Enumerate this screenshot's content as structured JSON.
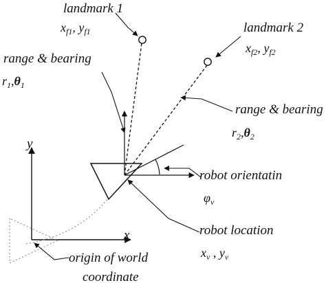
{
  "labels": {
    "landmark1_name": "landmark 1",
    "landmark2_name": "landmark 2",
    "range_bearing_1": "range & bearing",
    "range_bearing_2": "range & bearing",
    "robot_orientation": "robot orientatin",
    "robot_location": "robot location",
    "origin_line1": "origin of world",
    "origin_line2": "coordinate",
    "axis_x": "x",
    "axis_y": "y"
  },
  "math": {
    "landmark1_coords": {
      "x": "x",
      "x_sub": "f1",
      "sep": ", ",
      "y": "y",
      "y_sub": "f1"
    },
    "landmark2_coords": {
      "x": "x",
      "x_sub": "f2",
      "sep": ", ",
      "y": "y",
      "y_sub": "f2"
    },
    "range_bearing_1": {
      "r": "r",
      "r_sub": "1",
      "sep": ",",
      "theta": "θ",
      "theta_sub": "1"
    },
    "range_bearing_2": {
      "r": "r",
      "r_sub": "2",
      "sep": ",",
      "theta": "θ",
      "theta_sub": "2"
    },
    "orientation": {
      "phi": "φ",
      "phi_sub": "v"
    },
    "location": {
      "x": "x",
      "x_sub": "v",
      "sep": " , ",
      "y": "y",
      "y_sub": "v"
    }
  },
  "colors": {
    "line": "#111111",
    "dotted_path": "#8a8a8a",
    "background": "#ffffff"
  },
  "icons": {
    "landmark": "open-circle",
    "robot": "triangle-outline",
    "origin_robot": "dotted-triangle"
  }
}
